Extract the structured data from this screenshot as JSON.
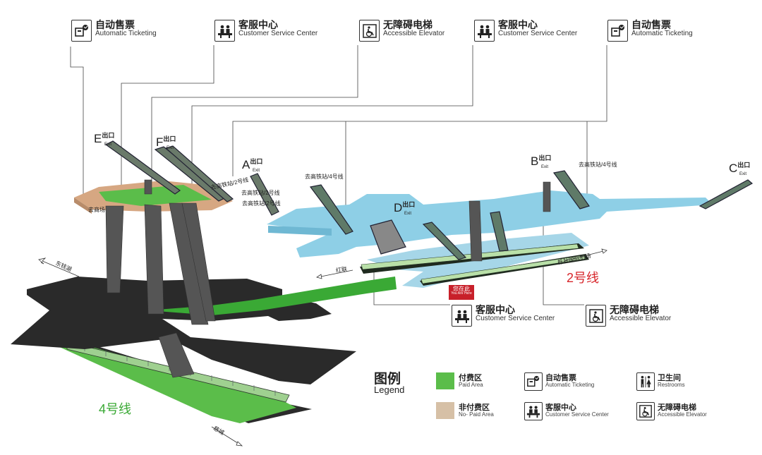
{
  "colors": {
    "paid_area": "#5bbd4a",
    "non_paid_area": "#d6c0a6",
    "concourse_blue": "#8ecfe6",
    "floor_dark": "#2b2b2b",
    "line2_red": "#d7262b",
    "line4_green": "#3aa935",
    "you_are_here": "#c8202a"
  },
  "callouts_top": [
    {
      "icon": "ticket-machine-icon",
      "zh": "自动售票",
      "en": "Automatic Ticketing"
    },
    {
      "icon": "service-desk-icon",
      "zh": "客服中心",
      "en": "Customer Service Center"
    },
    {
      "icon": "accessible-elevator-icon",
      "zh": "无障碍电梯",
      "en": "Accessible Elevator"
    },
    {
      "icon": "service-desk-icon",
      "zh": "客服中心",
      "en": "Customer Service Center"
    },
    {
      "icon": "ticket-machine-icon",
      "zh": "自动售票",
      "en": "Automatic Ticketing"
    }
  ],
  "callouts_bottom": [
    {
      "icon": "service-desk-icon",
      "zh": "客服中心",
      "en": "Customer Service Center"
    },
    {
      "icon": "accessible-elevator-icon",
      "zh": "无障碍电梯",
      "en": "Accessible Elevator"
    }
  ],
  "exits": [
    {
      "letter": "E",
      "zh": "出口",
      "en": "Exit"
    },
    {
      "letter": "F",
      "zh": "出口",
      "en": "Exit"
    },
    {
      "letter": "A",
      "zh": "出口",
      "en": "Exit"
    },
    {
      "letter": "B",
      "zh": "出口",
      "en": "Exit"
    },
    {
      "letter": "C",
      "zh": "出口",
      "en": "Exit"
    },
    {
      "letter": "D",
      "zh": "出口",
      "en": "Exit"
    }
  ],
  "directions": {
    "to_mall": "去商场",
    "to_hsr_line2_a": "去高铁站/2号线",
    "to_hsr_line2_b": "去高铁站/2号线",
    "to_hsr_line2_c": "去高铁站/2号线",
    "to_hsr_line4_a": "去高铁站/4号线",
    "to_hsr_line4_b": "去高铁站/4号线",
    "donghuan_lake": "东钱湖",
    "hongqiao": "红联",
    "lishe_airport": "栎社国际机场",
    "cihu": "慈城"
  },
  "lines": {
    "line2": "2号线",
    "line4": "4号线"
  },
  "you_are_here": {
    "zh": "您在此",
    "en": "You Are Here"
  },
  "legend": {
    "title_zh": "图例",
    "title_en": "Legend",
    "items": [
      {
        "kind": "swatch",
        "zh": "付费区",
        "en": "Paid Area"
      },
      {
        "kind": "swatch",
        "zh": "非付费区",
        "en": "No- Paid Area"
      },
      {
        "kind": "icon",
        "icon": "ticket-machine-icon",
        "zh": "自动售票",
        "en": "Automatic Ticketing"
      },
      {
        "kind": "icon",
        "icon": "service-desk-icon",
        "zh": "客服中心",
        "en": "Customer Service Center"
      },
      {
        "kind": "icon",
        "icon": "restroom-icon",
        "zh": "卫生间",
        "en": "Restrooms"
      },
      {
        "kind": "icon",
        "icon": "accessible-elevator-icon",
        "zh": "无障碍电梯",
        "en": "Accessible Elevator"
      }
    ]
  }
}
